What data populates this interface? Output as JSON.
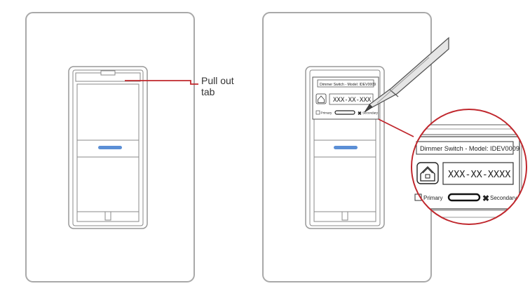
{
  "callout": {
    "line1": "Pull out",
    "line2": "tab"
  },
  "label": {
    "title": "Dimmer Switch - Model: IDEV0009",
    "title_small": "Dimmer Switch - Model: IDEV0009",
    "code": "XXX-XX-XXXX",
    "code_small": "XXX-XX-XXX",
    "primary": "Primary",
    "secondary": "Secondary",
    "home_icon": "home-icon"
  },
  "colors": {
    "callout_red": "#c0272d",
    "indicator_blue": "#5b8fd6",
    "plate_outline": "#a9a9a9"
  }
}
